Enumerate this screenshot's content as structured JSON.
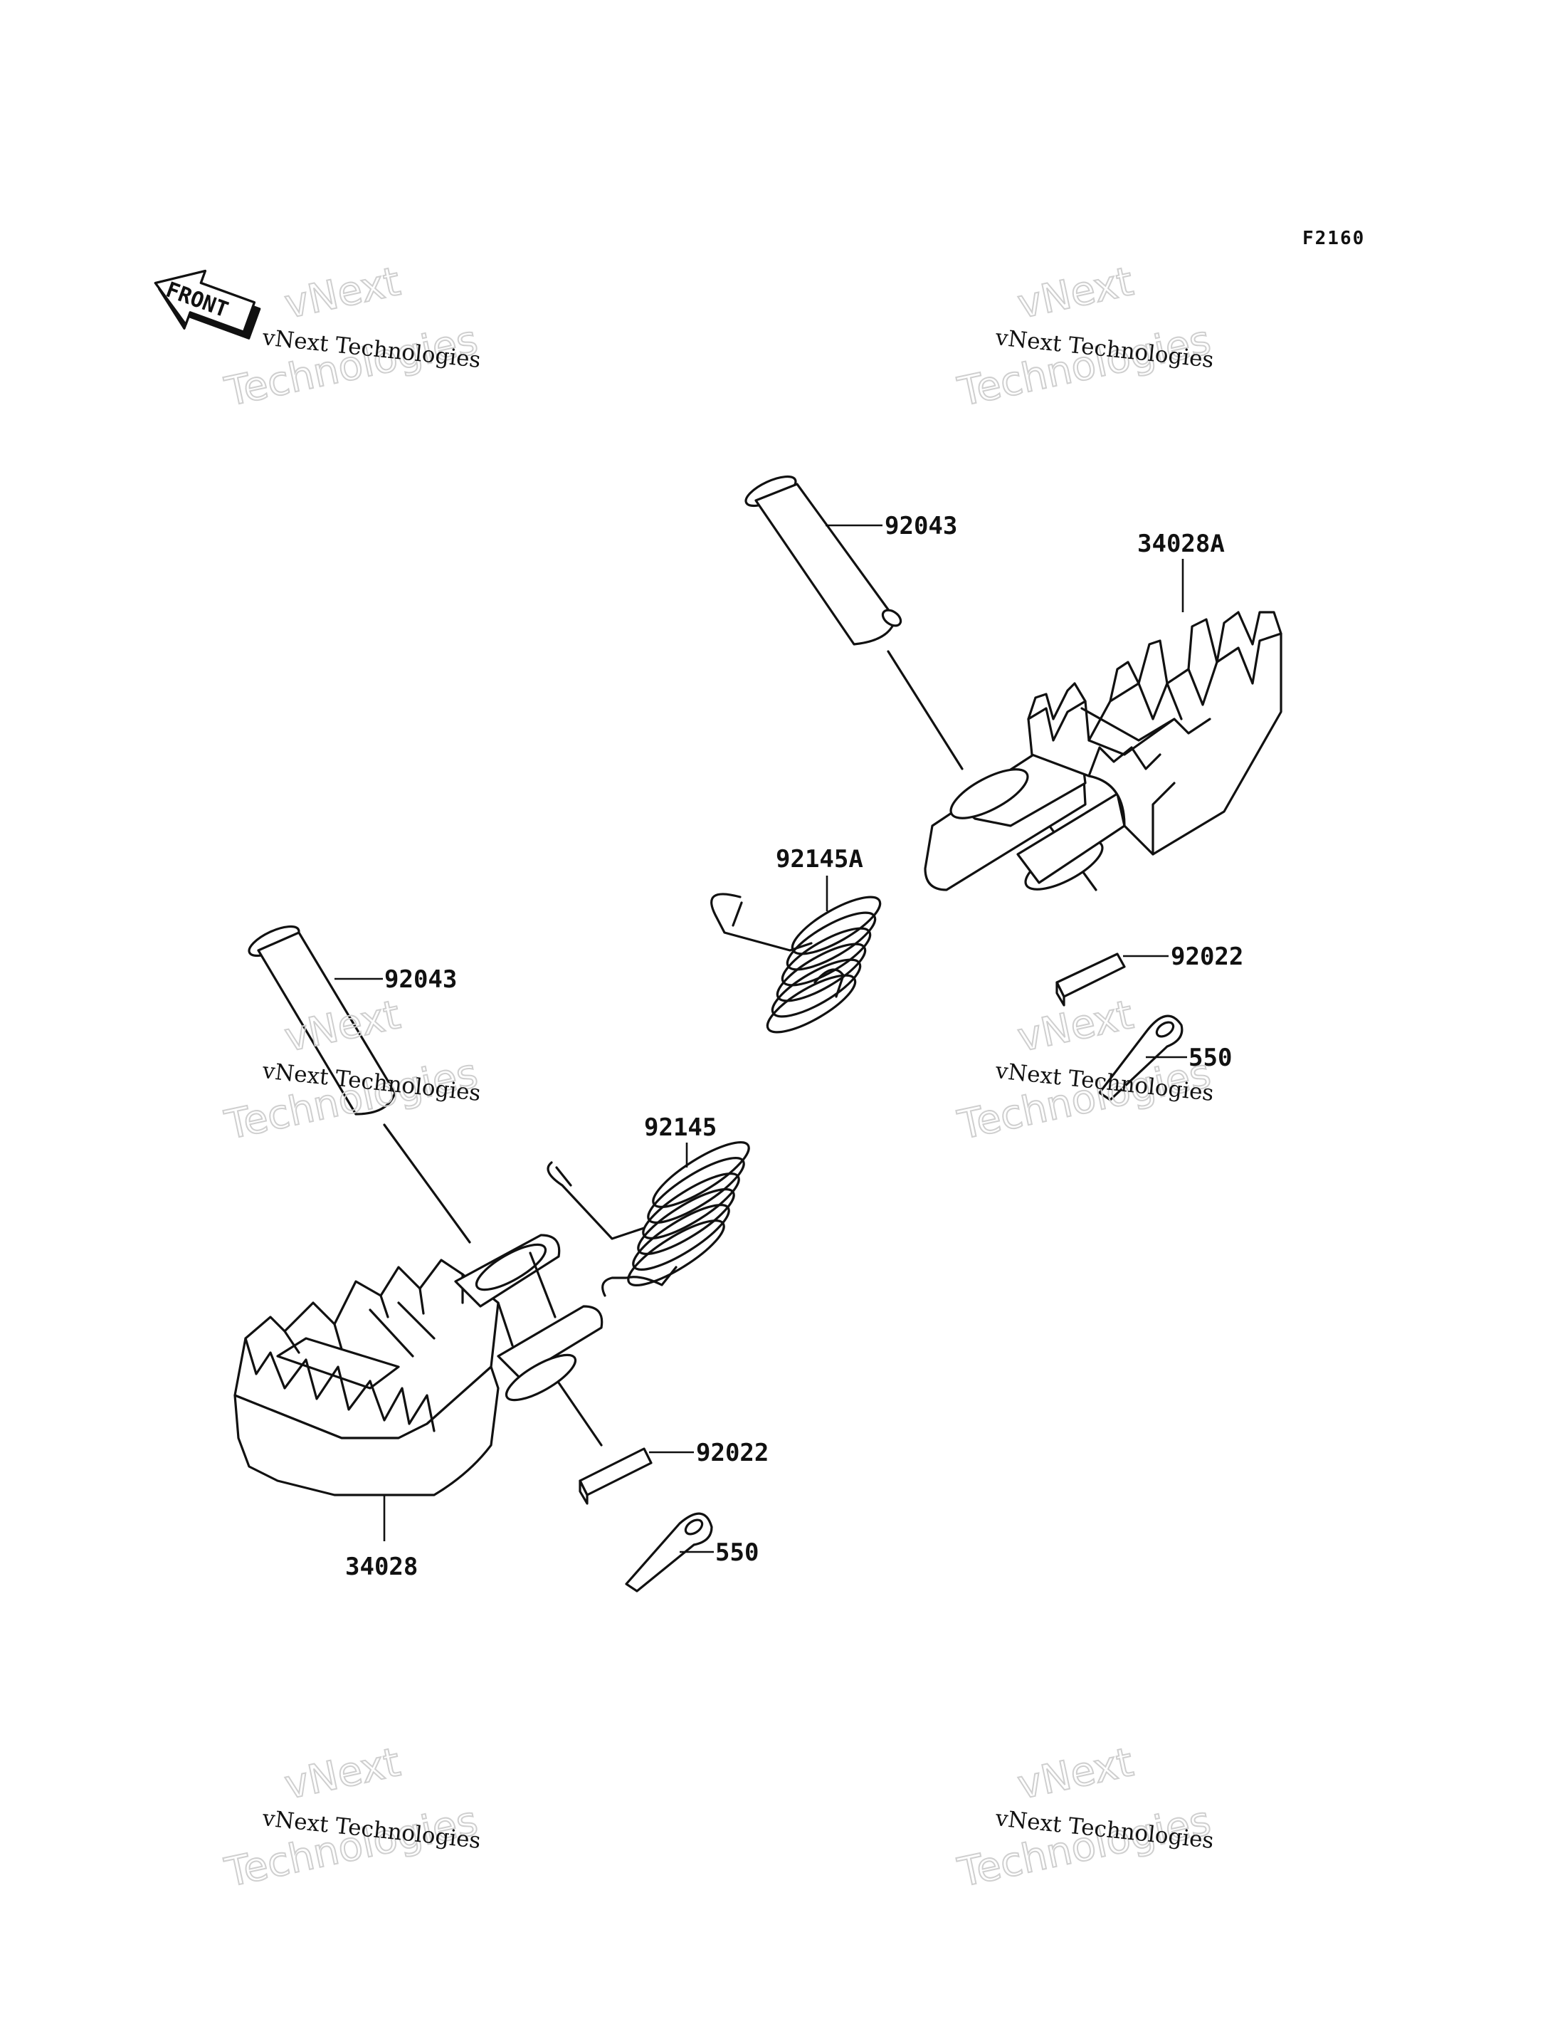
{
  "figure_code": "F2160",
  "front_label": "FRONT",
  "watermark": {
    "small": "vNext Technologies",
    "big_line1": "vNext",
    "big_line2": "Technologies"
  },
  "parts": {
    "pin_upper": "92043",
    "footpeg_right": "34028A",
    "spring_upper": "92145A",
    "washer_upper": "92022",
    "cotter_upper": "550",
    "pin_lower": "92043",
    "spring_lower": "92145",
    "washer_lower": "92022",
    "footpeg_left": "34028",
    "cotter_lower": "550"
  }
}
